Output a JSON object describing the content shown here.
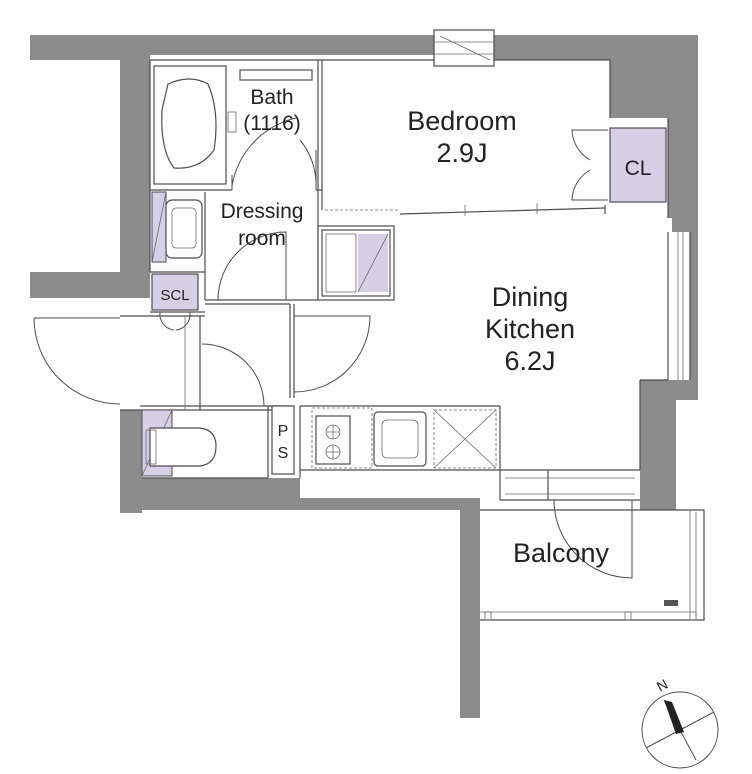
{
  "rooms": {
    "bath": {
      "name": "Bath",
      "size": "(1116)"
    },
    "dressing": {
      "line1": "Dressing",
      "line2": "room"
    },
    "bedroom": {
      "name": "Bedroom",
      "size": "2.9J"
    },
    "dining": {
      "line1": "Dining",
      "line2": "Kitchen",
      "size": "6.2J"
    },
    "balcony": {
      "name": "Balcony"
    }
  },
  "storage": {
    "closet": "CL",
    "shoe_closet": "SCL",
    "pipe_space": [
      "P",
      "S"
    ]
  },
  "compass": {
    "north": "N"
  },
  "colors": {
    "wall": "#8c8c8c",
    "storage_fill": "#d7cfe6",
    "line": "#4d4d4d"
  }
}
